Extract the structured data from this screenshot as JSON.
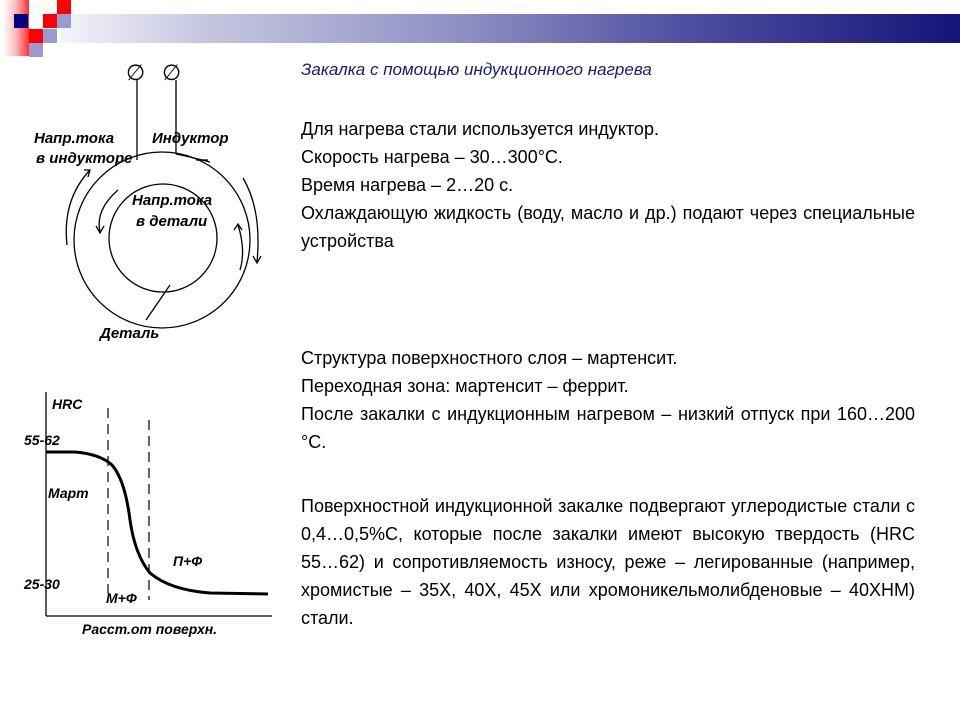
{
  "colors": {
    "title": "#1a1a6e",
    "bar_start": "#f4f4fa",
    "bar_end": "#141478",
    "deco_red": "#ff0000",
    "deco_navy": "#000080",
    "deco_lilac": "#9a9ad0"
  },
  "title": "Закалка с помощью индукционного нагрева",
  "block1": [
    "Для нагрева стали используется индуктор.",
    "Скорость нагрева – 30…300°С.",
    "Время нагрева – 2…20 с.",
    "Охлаждающую жидкость (воду, масло и др.) подают через специальные устройства"
  ],
  "block2": [
    "Структура поверхностного слоя – мартенсит.",
    "Переходная зона: мартенсит –  феррит.",
    "После закалки с индукционным нагревом – низкий отпуск при 160…200 °С."
  ],
  "block3": [
    "Поверхностной индукционной закалке подвергают углеродистые стали с 0,4…0,5%С, которые после закалки имеют высокую твердость (HRC 55…62) и сопротивляемость износу, реже – легированные (например, хромистые – 35Х, 40Х, 45Х или хромоникельмолибденовые – 40ХНМ) стали."
  ],
  "inductor_diagram": {
    "terminal_symbol": "∅",
    "label_current_inductor_1": "Напр.тока",
    "label_current_inductor_2": "в индукторе",
    "label_inductor": "Индуктор",
    "label_current_part_1": "Напр.тока",
    "label_current_part_2": "в детали",
    "label_part": "Деталь"
  },
  "chart_data": {
    "type": "line",
    "title": "",
    "xlabel": "Расст.от поверхн.",
    "ylabel": "HRC",
    "y_ticks": [
      "55-62",
      "25-30"
    ],
    "zones": [
      "Март",
      "М+Ф",
      "П+Ф"
    ],
    "series": [
      {
        "name": "HRC",
        "x": [
          0,
          0.1,
          0.2,
          0.28,
          0.33,
          0.37,
          0.39,
          0.42,
          0.47,
          0.55,
          0.65,
          0.8,
          1.0
        ],
        "values": [
          58.5,
          58.3,
          57.5,
          55,
          49,
          40,
          33,
          29,
          27.5,
          26.5,
          26,
          26,
          26
        ]
      }
    ],
    "dashed_lines_x": [
      0.28,
      0.47
    ]
  }
}
